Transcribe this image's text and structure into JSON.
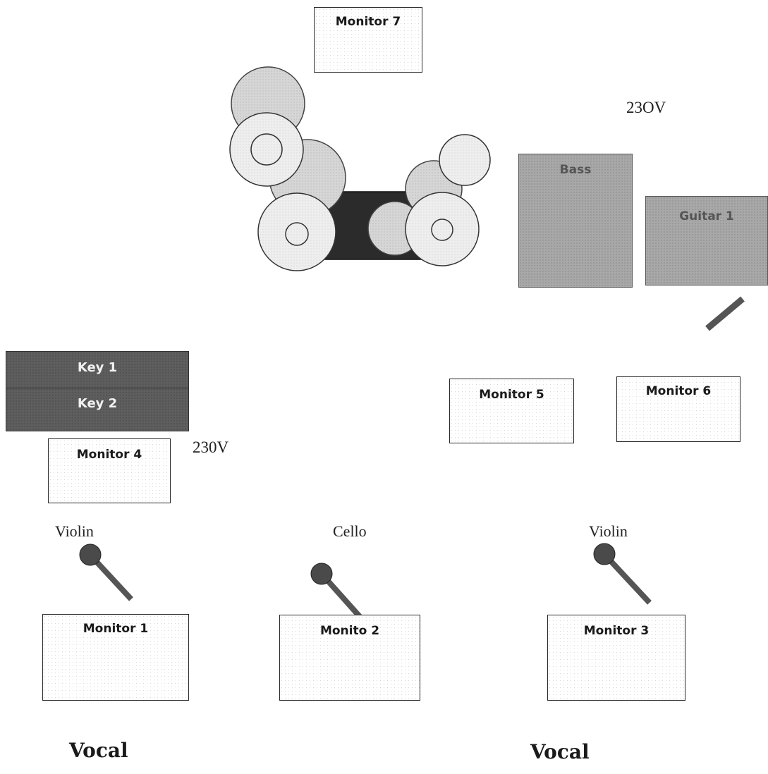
{
  "power": {
    "top_right": "23OV",
    "left": "230V"
  },
  "monitors": {
    "m7": "Monitor 7",
    "m5": "Monitor 5",
    "m6": "Monitor 6",
    "m4": "Monitor 4",
    "m1": "Monitor 1",
    "m2": "Monito 2",
    "m3": "Monitor 3"
  },
  "amps": {
    "bass": "Bass",
    "guitar": "Guitar 1"
  },
  "keys": {
    "key1": "Key 1",
    "key2": "Key 2"
  },
  "instruments": {
    "left": "Violin",
    "center": "Cello",
    "right": "Violin"
  },
  "vocals": {
    "left": "Vocal",
    "right": "Vocal"
  },
  "colors": {
    "drum_shell": "#c8c8c8",
    "cymbal": "#e6e6e6",
    "drum_riser": "#2a2a2a",
    "mic": "#555555"
  }
}
